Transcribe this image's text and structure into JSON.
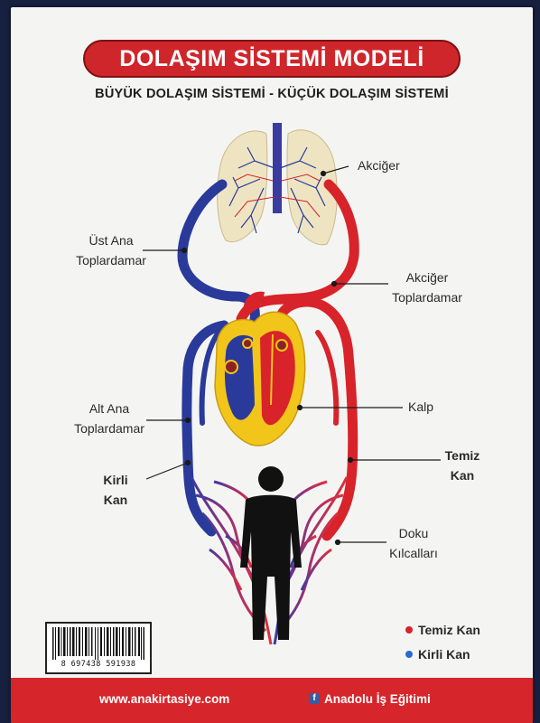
{
  "title": "DOLAŞIM SİSTEMİ MODELİ",
  "subtitle": "BÜYÜK DOLAŞIM SİSTEMİ - KÜÇÜK DOLAŞIM SİSTEMİ",
  "labels": {
    "akciger": "Akciğer",
    "ust_ana_line1": "Üst Ana",
    "ust_ana_line2": "Toplardamar",
    "akciger_top_line1": "Akciğer",
    "akciger_top_line2": "Toplardamar",
    "alt_ana_line1": "Alt Ana",
    "alt_ana_line2": "Toplardamar",
    "kalp": "Kalp",
    "kirli_line1": "Kirli",
    "kirli_line2": "Kan",
    "temiz_line1": "Temiz",
    "temiz_line2": "Kan",
    "doku_line1": "Doku",
    "doku_line2": "Kılcalları"
  },
  "legend": {
    "temiz": "Temiz Kan",
    "kirli": "Kirli Kan"
  },
  "barcode": {
    "number": "8 697438 591938"
  },
  "footer": {
    "website": "www.anakirtasiye.com",
    "facebook": "Anadolu İş Eğitimi"
  },
  "colors": {
    "clean_blood": "#d8232a",
    "dirty_blood": "#2a3a9a",
    "title_bg": "#cf262b",
    "footer_bg": "#d6262b",
    "heart_yellow": "#f2c51a",
    "lung": "#efe4c2"
  }
}
